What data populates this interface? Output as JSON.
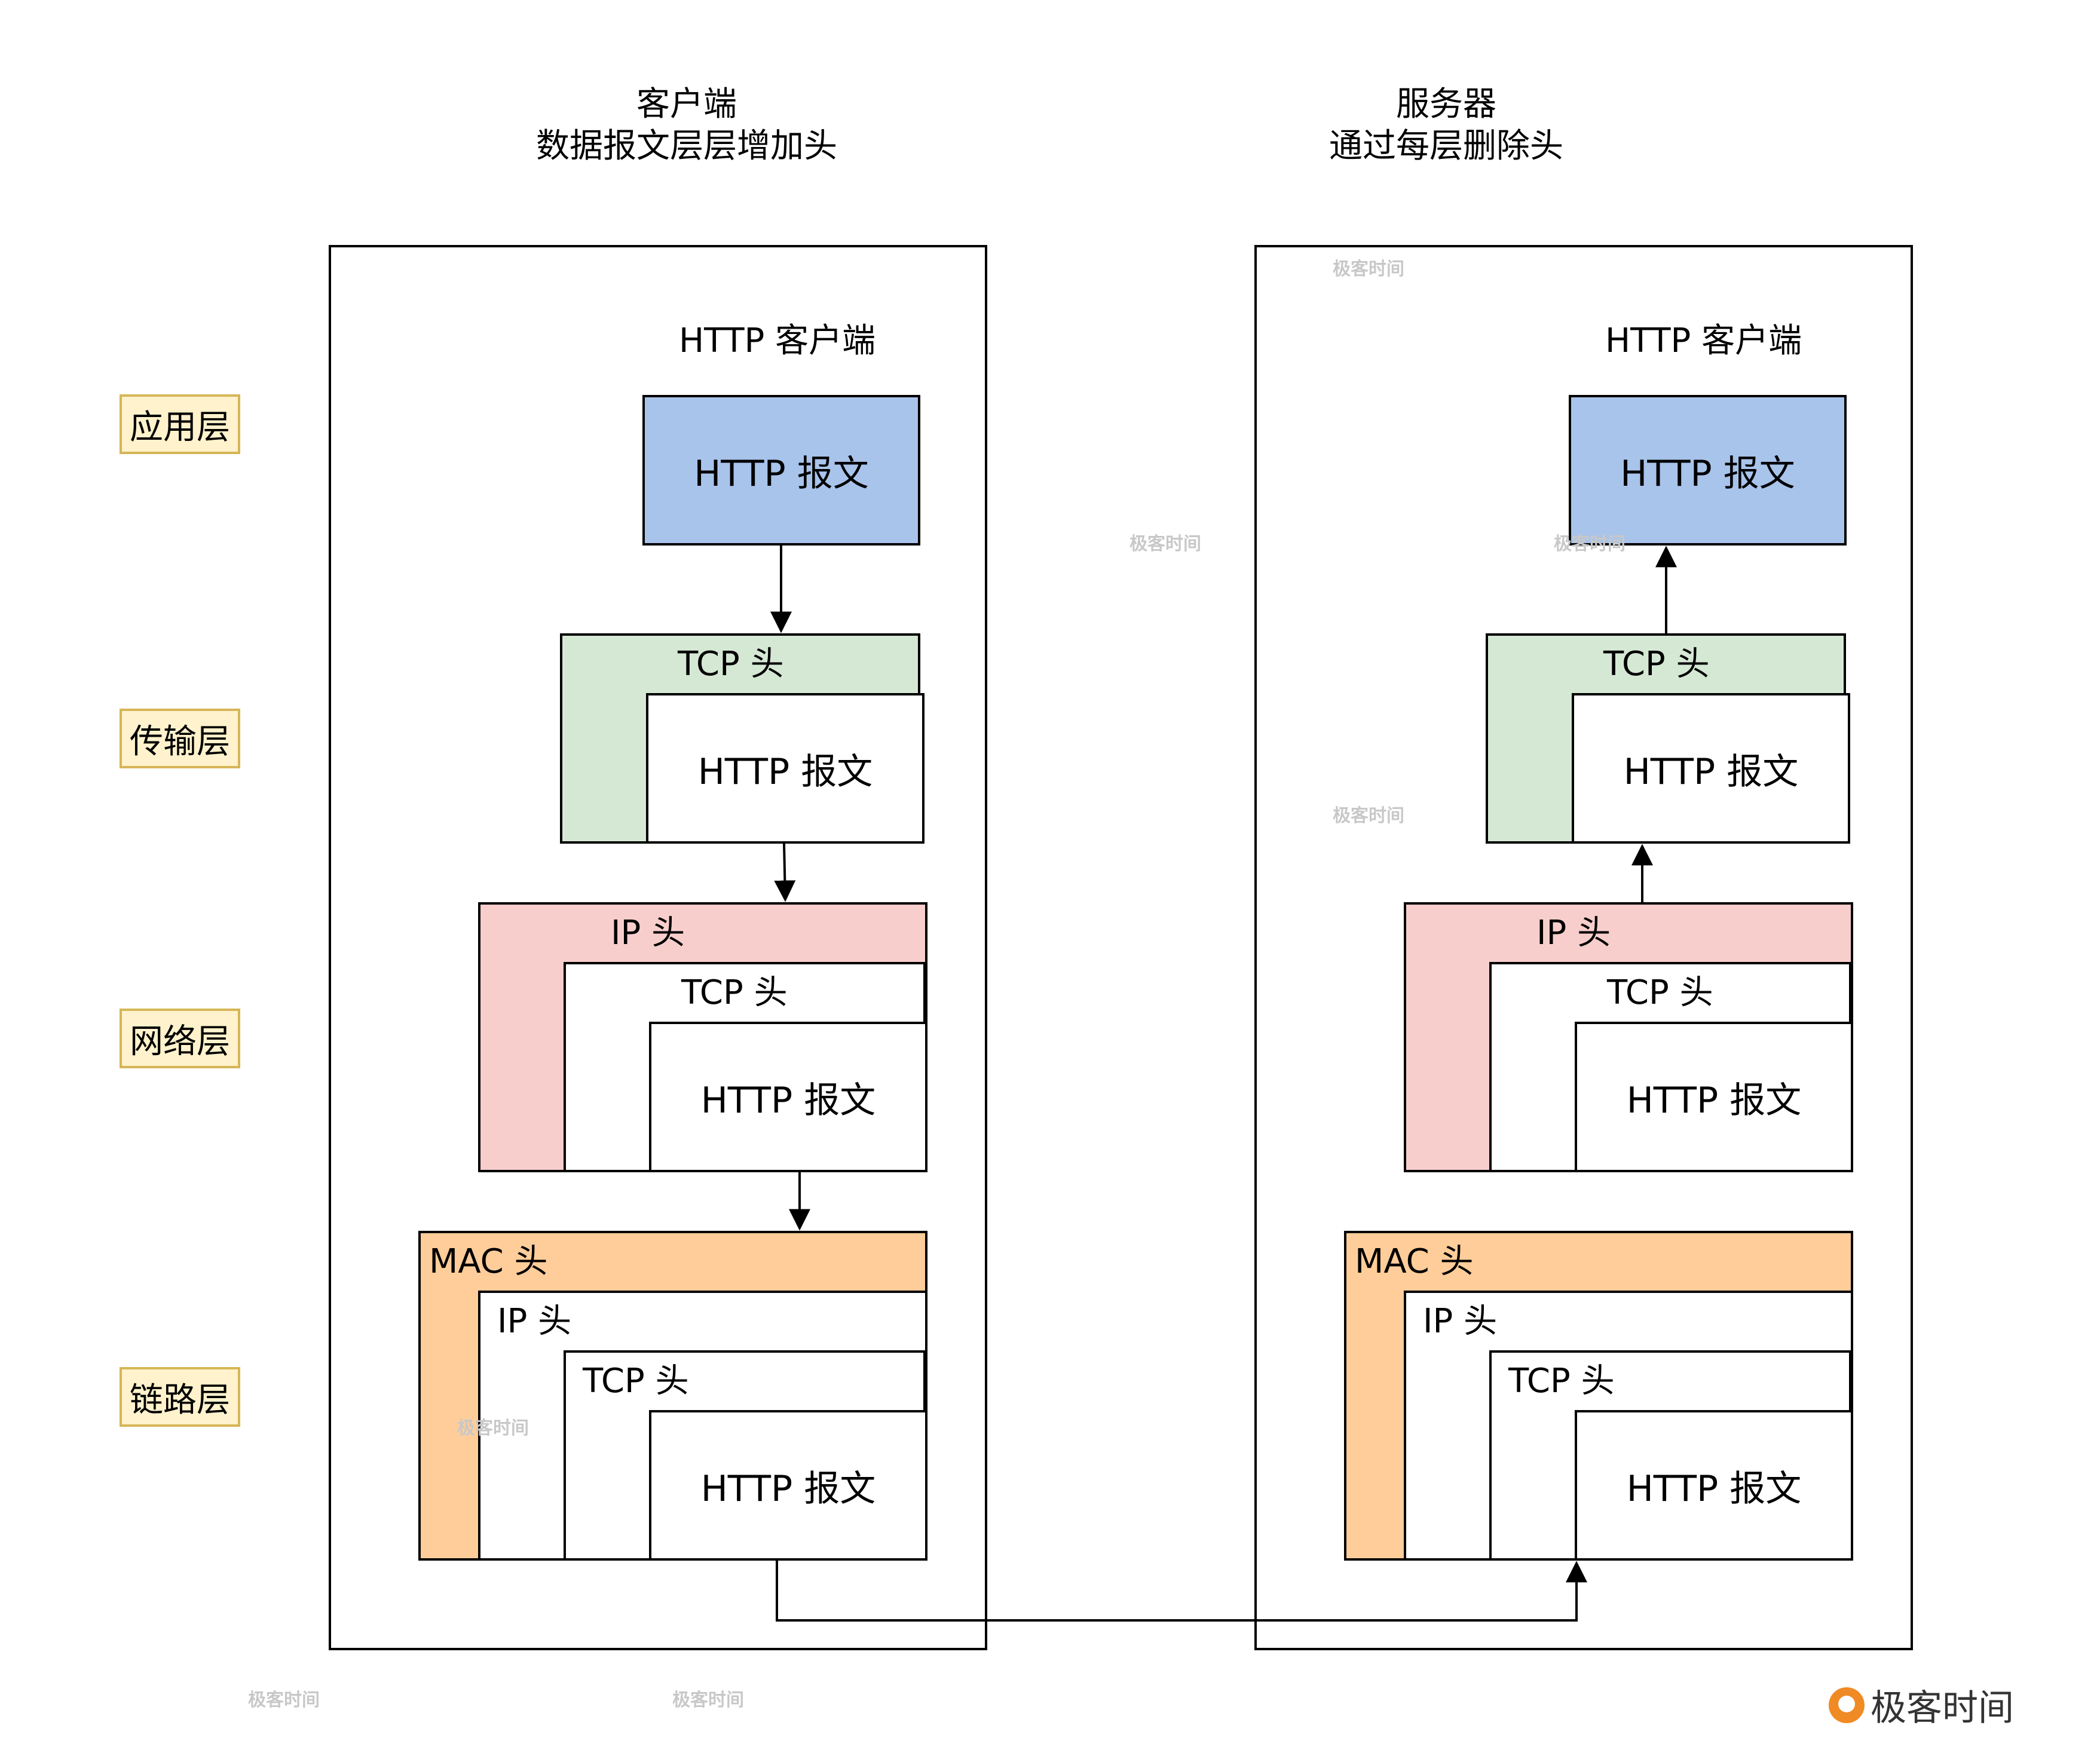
{
  "titles": {
    "client_line1": "客户端",
    "client_line2": "数据报文层层增加头",
    "server_line1": "服务器",
    "server_line2": "通过每层删除头"
  },
  "layers": {
    "application": "应用层",
    "transport": "传输层",
    "network": "网络层",
    "link": "链路层"
  },
  "left": {
    "http_client": "HTTP 客户端",
    "http_msg": "HTTP 报文",
    "tcp_header": "TCP 头",
    "ip_header": "IP 头",
    "mac_header": "MAC 头"
  },
  "right": {
    "http_client": "HTTP 客户端",
    "http_msg": "HTTP 报文",
    "tcp_header": "TCP 头",
    "ip_header": "IP 头",
    "mac_header": "MAC 头"
  },
  "watermark": "极客时间",
  "brand": "极客时间",
  "colors": {
    "http": "#a9c4eb",
    "tcp": "#d5e8d4",
    "ip": "#f8cecc",
    "mac": "#ffcd9a",
    "layer_label": "#fff2cc"
  }
}
